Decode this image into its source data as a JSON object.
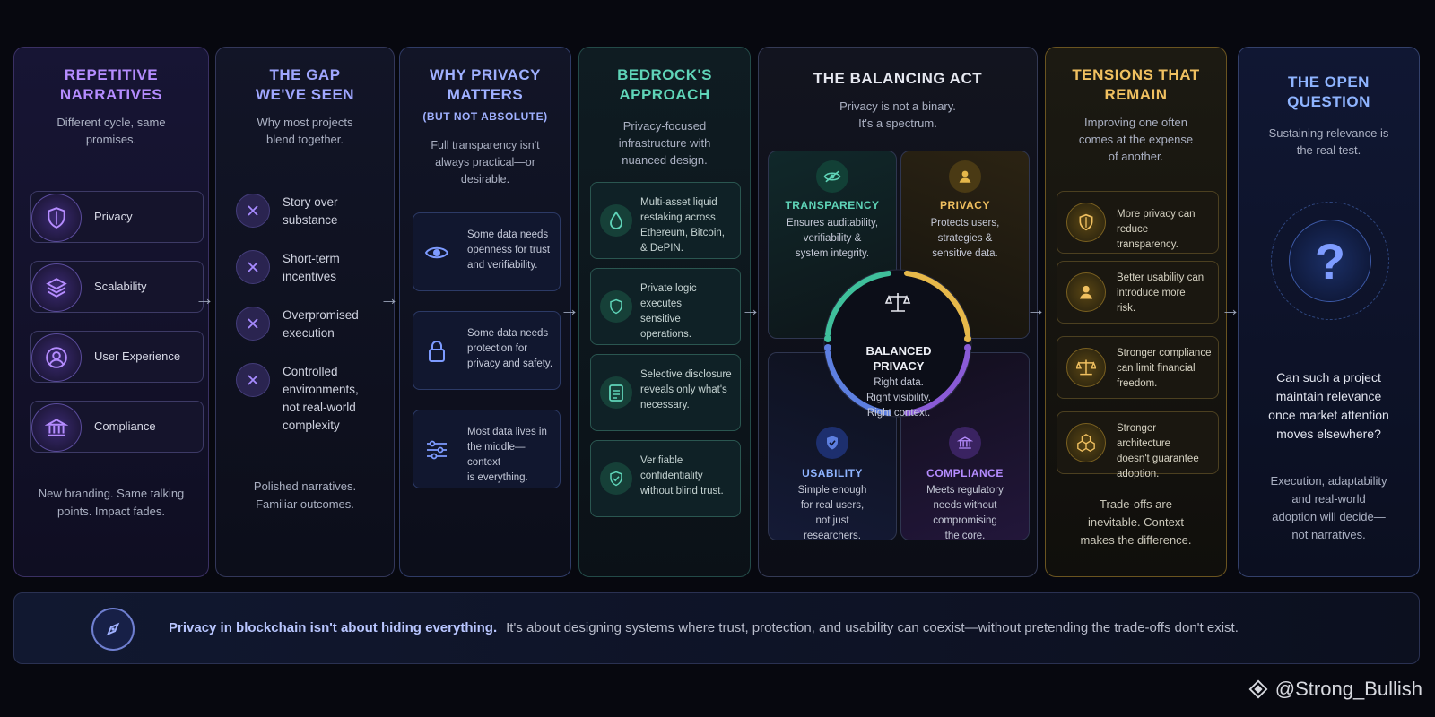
{
  "panels": {
    "narratives": {
      "title_line1": "REPETITIVE",
      "title_line2": "NARRATIVES",
      "subtitle_line1": "Different cycle, same",
      "subtitle_line2": "promises.",
      "items": [
        "Privacy",
        "Scalability",
        "User Experience",
        "Compliance"
      ],
      "footer_line1": "New branding. Same talking",
      "footer_line2": "points. Impact fades."
    },
    "gap": {
      "title_line1": "THE GAP",
      "title_line2": "WE'VE SEEN",
      "subtitle_line1": "Why most projects",
      "subtitle_line2": "blend together.",
      "items": [
        {
          "line1": "Story over",
          "line2": "substance",
          "line3": ""
        },
        {
          "line1": "Short-term",
          "line2": "incentives",
          "line3": ""
        },
        {
          "line1": "Overpromised",
          "line2": "execution",
          "line3": ""
        },
        {
          "line1": "Controlled",
          "line2": "environments,",
          "line3": "not real-world",
          "line4": "complexity"
        }
      ],
      "footer_line1": "Polished narratives.",
      "footer_line2": "Familiar outcomes."
    },
    "why_privacy": {
      "title_line1": "WHY PRIVACY",
      "title_line2": "MATTERS",
      "title_small": "(BUT NOT ABSOLUTE)",
      "subtitle_line1": "Full transparency isn't",
      "subtitle_line2": "always practical—or",
      "subtitle_line3": "desirable.",
      "cards": [
        {
          "line1": "Some data needs",
          "line2": "openness for trust",
          "line3": "and verifiability.",
          "icon": "eye-icon"
        },
        {
          "line1": "Some data needs",
          "line2": "protection for",
          "line3": "privacy and safety.",
          "icon": "lock-icon"
        },
        {
          "line1": "Most data lives in",
          "line2": "the middle—context",
          "line3": "is everything.",
          "icon": "sliders-icon"
        }
      ]
    },
    "bedrock": {
      "title_line1": "BEDROCK'S",
      "title_line2": "APPROACH",
      "subtitle_line1": "Privacy-focused",
      "subtitle_line2": "infrastructure with",
      "subtitle_line3": "nuanced design.",
      "cards": [
        {
          "line1": "Multi-asset liquid",
          "line2": "restaking across",
          "line3": "Ethereum, Bitcoin,",
          "line4": "& DePIN.",
          "icon": "droplet-icon"
        },
        {
          "line1": "Private logic",
          "line2": "executes",
          "line3": "sensitive",
          "line4": "operations.",
          "icon": "shield-icon"
        },
        {
          "line1": "Selective disclosure",
          "line2": "reveals only what's",
          "line3": "necessary.",
          "line4": "",
          "icon": "clipboard-icon"
        },
        {
          "line1": "Verifiable",
          "line2": "confidentiality",
          "line3": "without blind trust.",
          "line4": "",
          "icon": "shield-check-icon"
        }
      ]
    },
    "balancing": {
      "title": "THE BALANCING ACT",
      "subtitle_line1": "Privacy is not a binary.",
      "subtitle_line2": "It's a spectrum.",
      "transparency": {
        "title": "TRANSPARENCY",
        "line1": "Ensures auditability,",
        "line2": "verifiability &",
        "line3": "system integrity.",
        "line4": ""
      },
      "privacy": {
        "title": "PRIVACY",
        "line1": "Protects users,",
        "line2": "strategies &",
        "line3": "sensitive data.",
        "line4": ""
      },
      "usability": {
        "title": "USABILITY",
        "line1": "Simple enough",
        "line2": "for real users,",
        "line3": "not just",
        "line4": "researchers."
      },
      "compliance": {
        "title": "COMPLIANCE",
        "line1": "Meets regulatory",
        "line2": "needs without",
        "line3": "compromising",
        "line4": "the core."
      },
      "center_title_line1": "BALANCED",
      "center_title_line2": "PRIVACY",
      "center_line1": "Right data.",
      "center_line2": "Right visibility.",
      "center_line3": "Right context."
    },
    "tensions": {
      "title_line1": "TENSIONS THAT",
      "title_line2": "REMAIN",
      "subtitle_line1": "Improving one often",
      "subtitle_line2": "comes at the expense",
      "subtitle_line3": "of another.",
      "cards": [
        {
          "line1": "More privacy can",
          "line2": "reduce transparency.",
          "line3": "",
          "icon": "shield-icon"
        },
        {
          "line1": "Better usability can",
          "line2": "introduce more",
          "line3": "risk.",
          "icon": "user-icon"
        },
        {
          "line1": "Stronger compliance",
          "line2": "can limit financial",
          "line3": "freedom.",
          "icon": "scale-icon"
        },
        {
          "line1": "Stronger architecture",
          "line2": "doesn't guarantee",
          "line3": "adoption.",
          "icon": "cubes-icon"
        }
      ],
      "footer_line1": "Trade-offs are",
      "footer_line2": "inevitable. Context",
      "footer_line3": "makes the difference."
    },
    "open_question": {
      "title_line1": "THE OPEN",
      "title_line2": "QUESTION",
      "subtitle_line1": "Sustaining relevance is",
      "subtitle_line2": "the real test.",
      "symbol": "?",
      "question_line1": "Can such a project",
      "question_line2": "maintain relevance",
      "question_line3": "once market attention",
      "question_line4": "moves elsewhere?",
      "footer_line1": "Execution, adaptability",
      "footer_line2": "and real-world",
      "footer_line3": "adoption will decide—",
      "footer_line4": "not narratives."
    }
  },
  "banner": {
    "bold": "Privacy in blockchain isn't about hiding everything.",
    "text": "It's about designing systems where trust, protection, and usability can coexist—without pretending the trade-offs don't exist."
  },
  "watermark": "@Strong_Bullish",
  "colors": {
    "purple": "#b58cff",
    "teal": "#3fbf9b",
    "gold": "#e6b84a",
    "blue": "#5d7fe0",
    "violet": "#8a5bd6"
  }
}
